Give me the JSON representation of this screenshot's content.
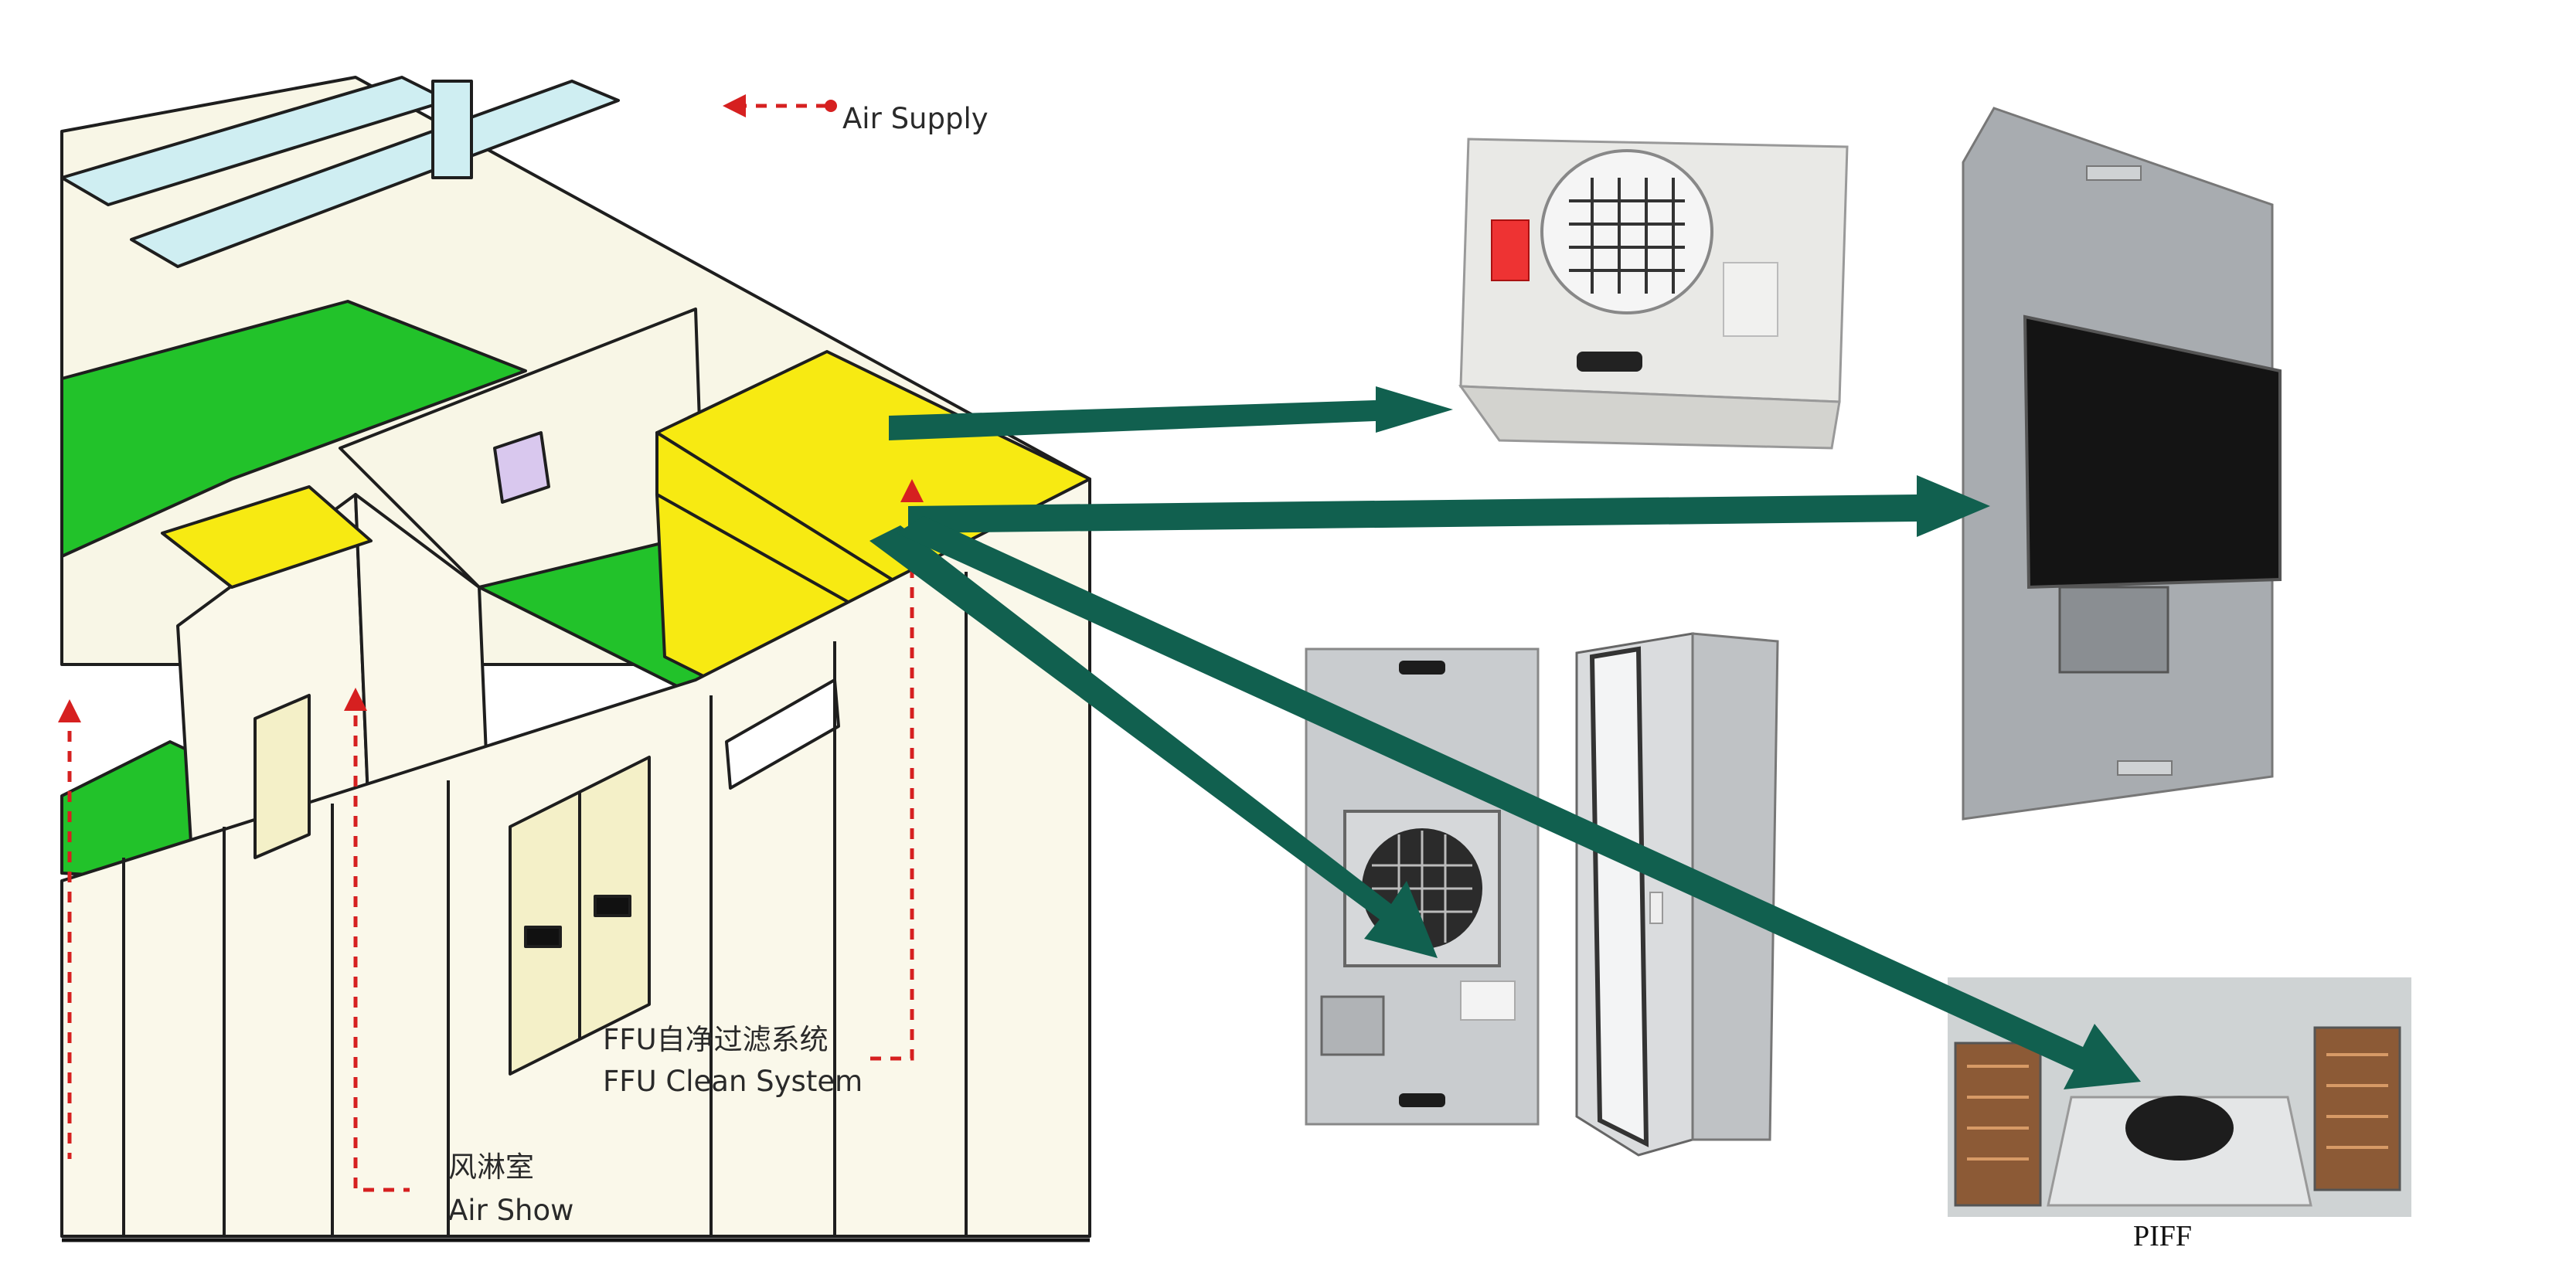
{
  "diagram": {
    "labels": {
      "air_supply": "Air Supply",
      "ffu_cn": "FFU自净过滤系统",
      "ffu_en": "FFU Clean System",
      "air_show_cn": "风淋室",
      "air_show_en": "Air Show",
      "piff": "PIFF"
    },
    "products": [
      "ffu-compact-white-unit",
      "ffu-panel-black-filter-unit",
      "ffu-panel-fan-front-view",
      "hepa-filter-side-view",
      "piff-coil-unit"
    ],
    "colors": {
      "arrow": "#11604f",
      "floor_green": "#22c22a",
      "zone_yellow": "#f7ea12",
      "marker_red": "#d62020",
      "wall_cream": "#f8f6e6"
    }
  }
}
